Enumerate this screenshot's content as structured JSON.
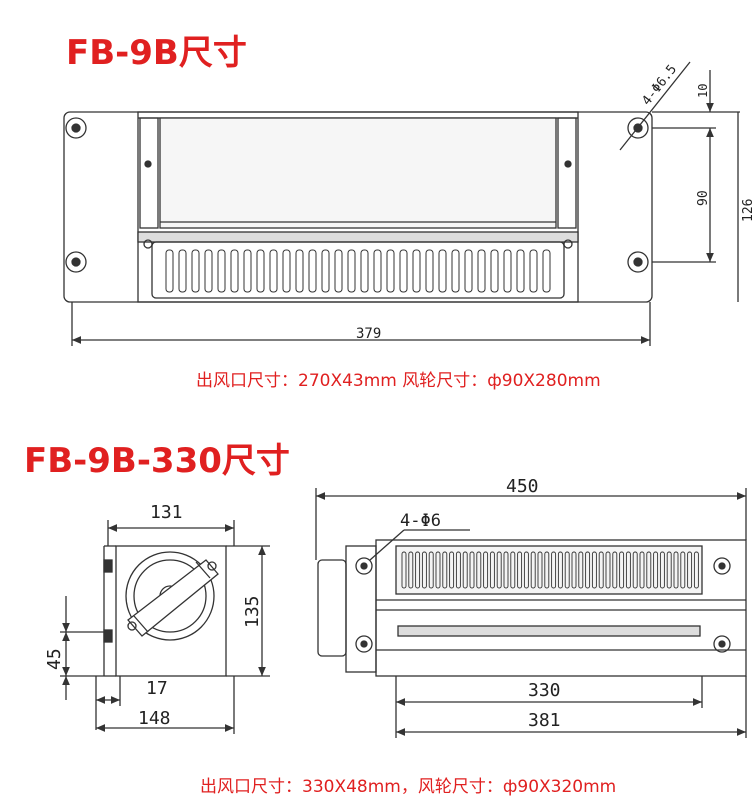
{
  "top": {
    "title": "FB-9B尺寸",
    "dims": {
      "hole": "4-Φ6.5",
      "d10": "10",
      "d90": "90",
      "d126": "126",
      "d379": "379"
    },
    "spec": "出风口尺寸：270X43mm 风轮尺寸：ф90X280mm"
  },
  "bottom": {
    "title": "FB-9B-330尺寸",
    "dims": {
      "d131": "131",
      "d135": "135",
      "d45": "45",
      "d17": "17",
      "d148": "148",
      "d450": "450",
      "hole": "4-Φ6",
      "d330": "330",
      "d381": "381"
    },
    "spec": "出风口尺寸：330X48mm，风轮尺寸：ф90X320mm"
  },
  "colors": {
    "title": "#e02020",
    "line": "#333333"
  }
}
